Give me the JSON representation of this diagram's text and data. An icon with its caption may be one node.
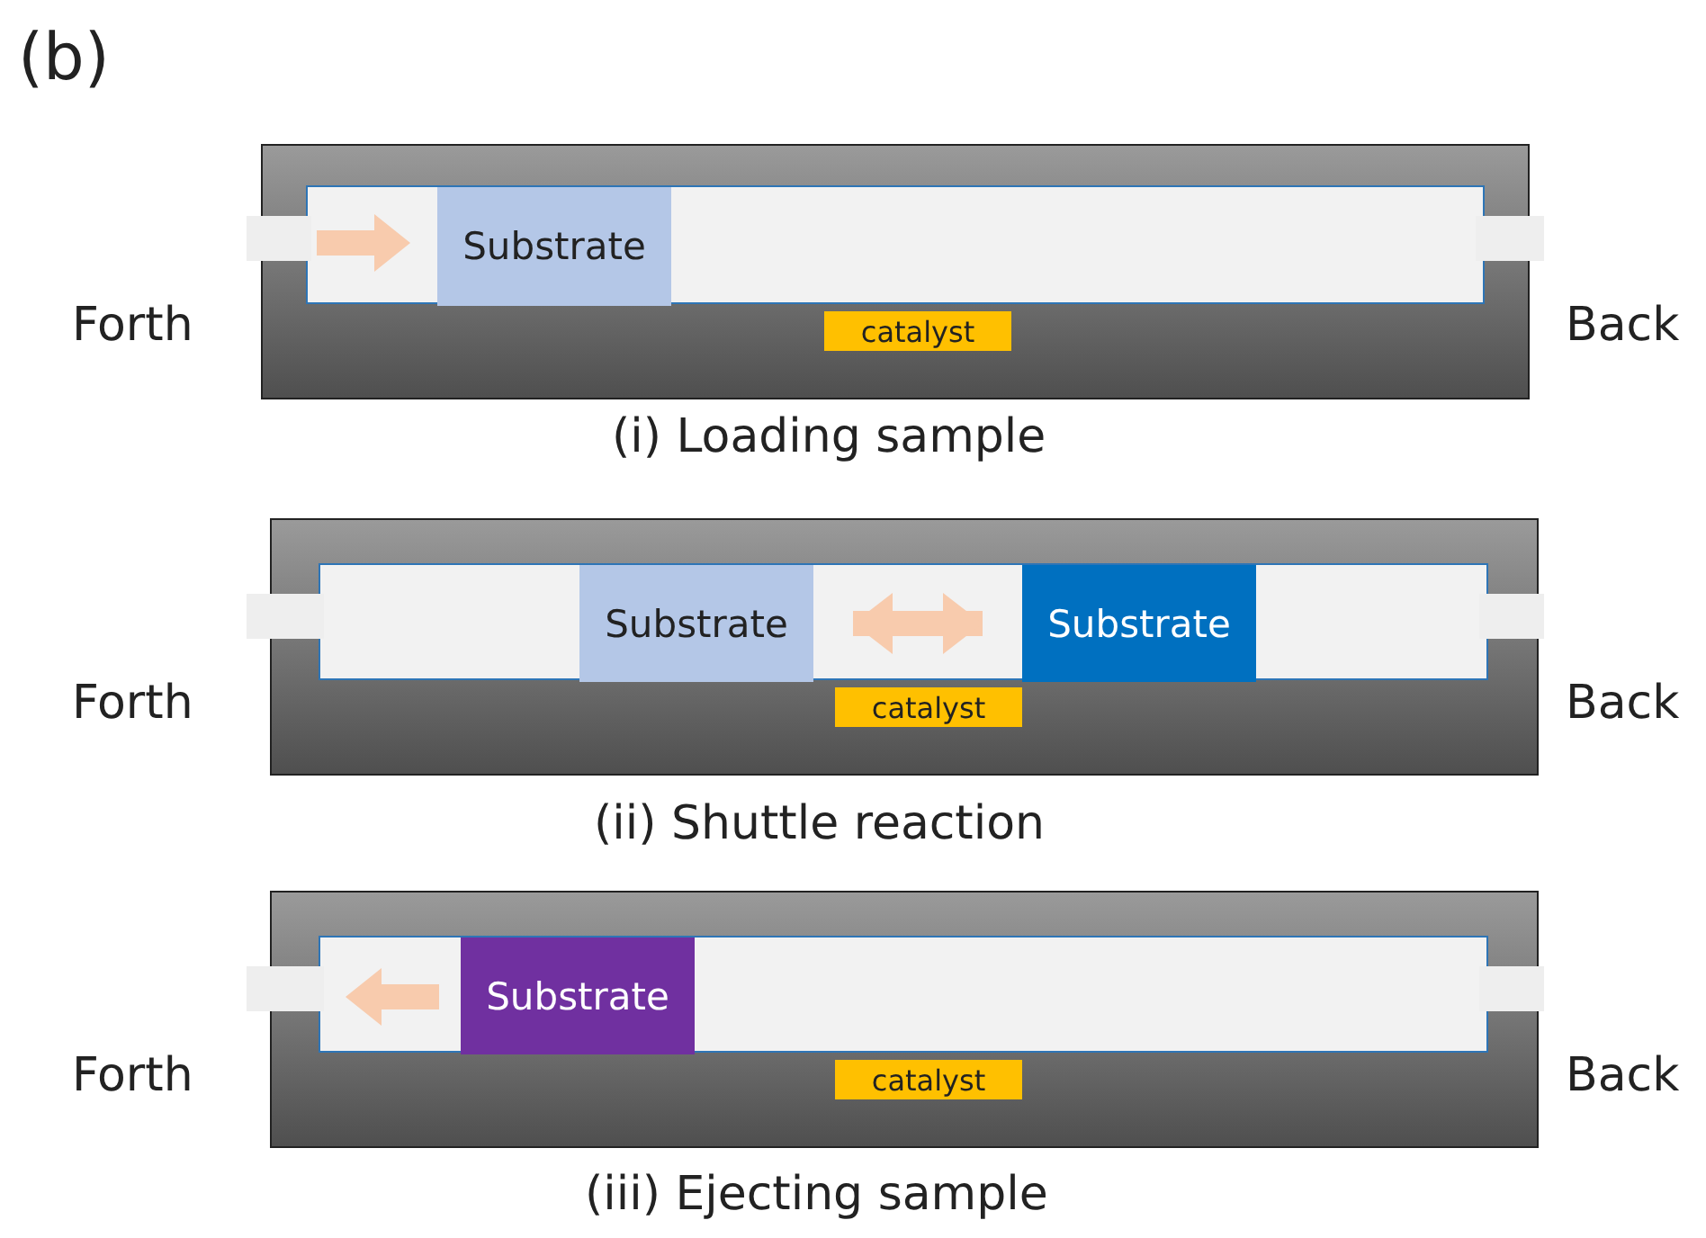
{
  "diagram": {
    "nodes": [
      {
        "text": [],
        "shape": "box"
      },
      {
        "text": [],
        "shape": "box",
        "in": 0
      },
      {
        "text": [
          "Substrate"
        ],
        "in": 1
      },
      {
        "text": [
          "catalyst"
        ],
        "in": 0
      },
      {
        "text": [],
        "shape": "box"
      },
      {
        "text": [],
        "shape": "box",
        "in": 4
      },
      {
        "text": [
          "Substrate"
        ],
        "in": 5
      },
      {
        "text": [
          "Substrate"
        ],
        "in": 5
      },
      {
        "text": [
          "catalyst"
        ],
        "in": 4
      },
      {
        "text": [],
        "shape": "box"
      },
      {
        "text": [],
        "shape": "box",
        "in": 9
      },
      {
        "text": [
          "Substrate"
        ],
        "in": 10
      },
      {
        "text": [
          "catalyst"
        ],
        "in": 9
      }
    ],
    "edges": [
      {
        "from": 6,
        "to": 7,
        "arrow": "both"
      }
    ],
    "labels": [
      "(b)",
      "Forth",
      "Back",
      "(i) Loading sample",
      "Forth",
      "Back",
      "(ii) Shuttle reaction",
      "Forth",
      "Back",
      "(iii) Ejecting sample"
    ]
  }
}
